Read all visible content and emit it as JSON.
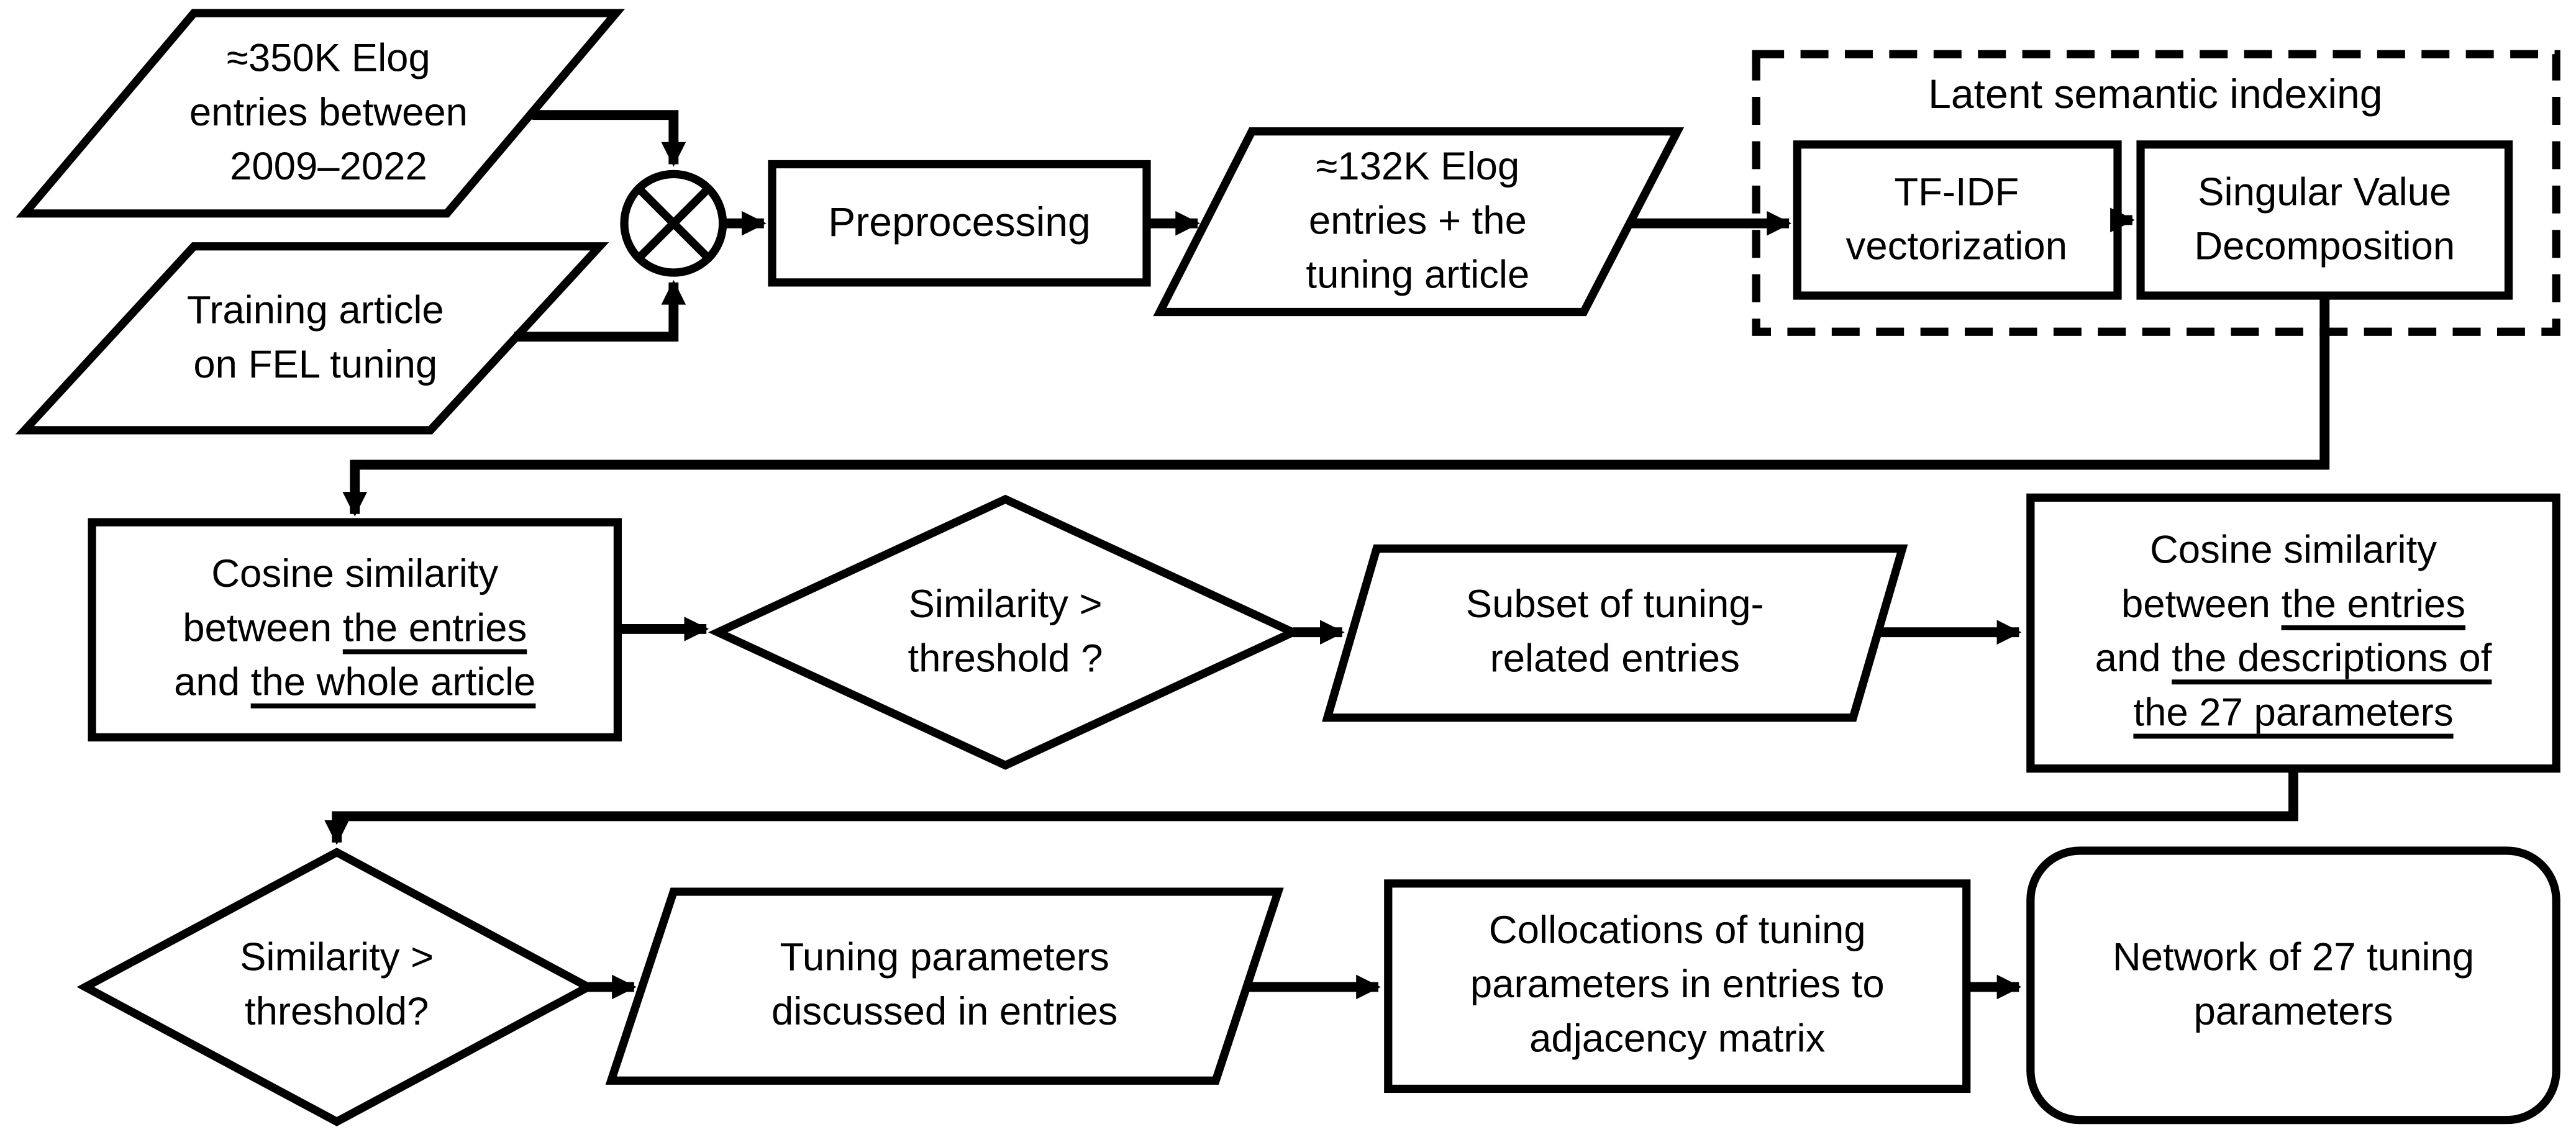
{
  "figure": {
    "type": "flowchart",
    "background_color": "#ffffff",
    "line_color": "#000000"
  },
  "nodes": {
    "elog_350k": {
      "shape": "parallelogram",
      "line1": "≈350K Elog",
      "line2": "entries between",
      "line3": "2009–2022"
    },
    "training_article": {
      "shape": "parallelogram",
      "line1": "Training article",
      "line2": "on FEL tuning"
    },
    "combine": {
      "shape": "circle-cross-symbol"
    },
    "preprocessing": {
      "shape": "rectangle",
      "label": "Preprocessing"
    },
    "elog_132k": {
      "shape": "parallelogram",
      "line1": "≈132K Elog",
      "line2": "entries + the",
      "line3": "tuning article"
    },
    "lsi_group": {
      "shape": "dashed-rectangle",
      "title": "Latent semantic indexing"
    },
    "tfidf": {
      "shape": "rectangle",
      "line1": "TF-IDF",
      "line2": "vectorization"
    },
    "svd": {
      "shape": "rectangle",
      "line1": "Singular Value",
      "line2": "Decomposition"
    },
    "cosine_article": {
      "shape": "rectangle",
      "line1": "Cosine similarity",
      "line2_plain": "between ",
      "line2_underlined": "the entries",
      "line3_plain": "and ",
      "line3_underlined": "the whole article"
    },
    "threshold1": {
      "shape": "diamond",
      "line1": "Similarity >",
      "line2": "threshold ?"
    },
    "subset": {
      "shape": "parallelogram",
      "line1": "Subset of tuning-",
      "line2": "related entries"
    },
    "cosine_params": {
      "shape": "rectangle",
      "line1": "Cosine similarity",
      "line2_plain": "between ",
      "line2_underlined": "the entries",
      "line3_plain": "and ",
      "line3_underlined": "the descriptions of",
      "line4_underlined": "the 27 parameters"
    },
    "threshold2": {
      "shape": "diamond",
      "line1": "Similarity >",
      "line2": "threshold?"
    },
    "tuning_params": {
      "shape": "parallelogram",
      "line1": "Tuning parameters",
      "line2": "discussed in entries"
    },
    "collocations": {
      "shape": "rectangle",
      "line1": "Collocations of tuning",
      "line2": "parameters in entries to",
      "line3": "adjacency matrix"
    },
    "network": {
      "shape": "rounded-rectangle",
      "line1": "Network of 27 tuning",
      "line2": "parameters"
    }
  }
}
